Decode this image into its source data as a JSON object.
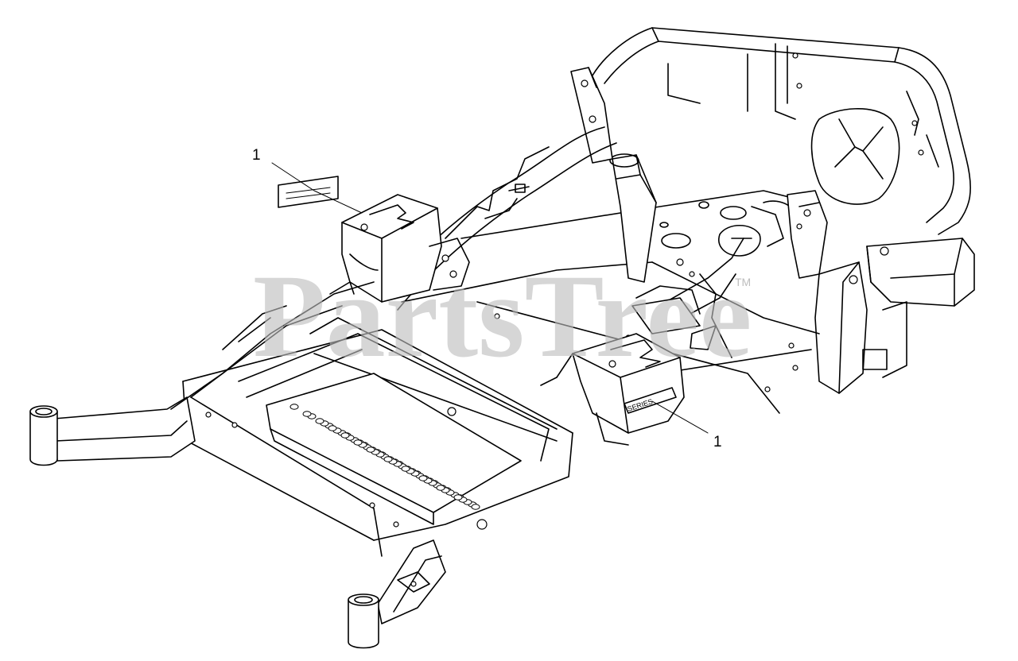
{
  "callouts": [
    {
      "label": "1"
    },
    {
      "label": "1"
    }
  ],
  "watermark": {
    "text": "PartsTree",
    "trademark": "TM"
  },
  "decal_badge_text": "SERIES",
  "colors": {
    "line": "#000000",
    "background": "#ffffff",
    "watermark": "#bdbdbd"
  }
}
